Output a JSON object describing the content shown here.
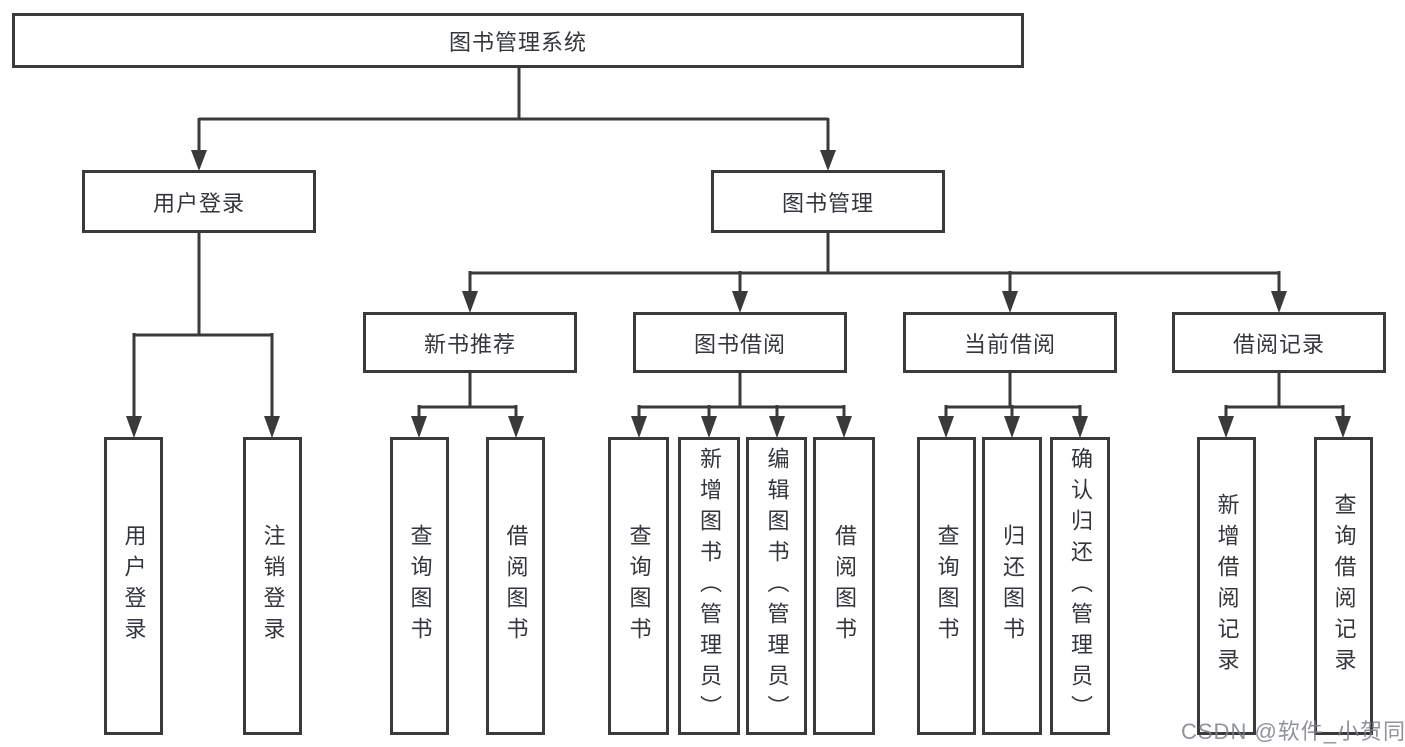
{
  "colors": {
    "line": "#3a3a3a",
    "box_border": "#3a3a3a",
    "text": "#33363b",
    "watermark": "#7d808a",
    "background": "#ffffff"
  },
  "tree": {
    "root": {
      "label": "图书管理系统"
    },
    "branches": [
      {
        "label": "用户登录",
        "children": [
          {
            "label": "用户登录"
          },
          {
            "label": "注销登录"
          }
        ]
      },
      {
        "label": "图书管理",
        "children": [
          {
            "label": "新书推荐",
            "children": [
              {
                "label": "查询图书"
              },
              {
                "label": "借阅图书"
              }
            ]
          },
          {
            "label": "图书借阅",
            "children": [
              {
                "label": "查询图书"
              },
              {
                "label": "新增图书（管理员）"
              },
              {
                "label": "编辑图书（管理员）"
              },
              {
                "label": "借阅图书"
              }
            ]
          },
          {
            "label": "当前借阅",
            "children": [
              {
                "label": "查询图书"
              },
              {
                "label": "归还图书"
              },
              {
                "label": "确认归还（管理员）"
              }
            ]
          },
          {
            "label": "借阅记录",
            "children": [
              {
                "label": "新增借阅记录"
              },
              {
                "label": "查询借阅记录"
              }
            ]
          }
        ]
      }
    ]
  },
  "watermark": {
    "text": "CSDN @软件_小贺同学"
  }
}
